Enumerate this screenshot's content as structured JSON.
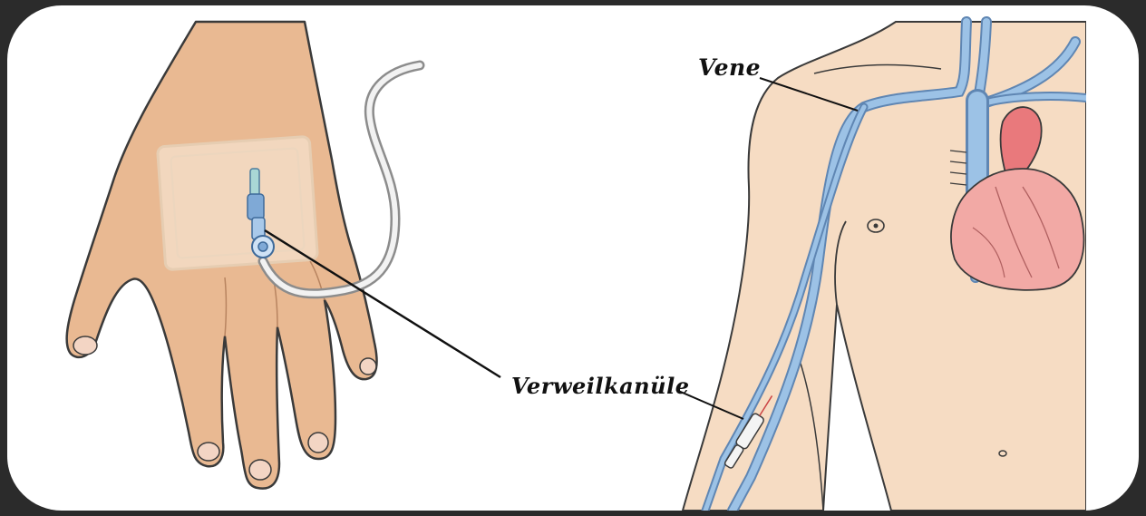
{
  "labels": {
    "vein": "Vene",
    "cannula": "Verweilkanüle"
  },
  "colors": {
    "frame": "#2b2b2b",
    "background": "#ffffff",
    "skin": "#f6dcc3",
    "skin_outline": "#3a3a3a",
    "hand_skin": "#e9b992",
    "vein": "#9cc2e6",
    "vein_outline": "#5f86b3",
    "heart": "#f2a9a5",
    "heart_top": "#e9797c",
    "leader_line": "#111111"
  },
  "icons": {
    "hand": "hand-illustration",
    "torso": "torso-illustration",
    "heart": "heart-icon",
    "cannula": "iv-cannula-icon",
    "tube": "iv-tube-icon"
  }
}
